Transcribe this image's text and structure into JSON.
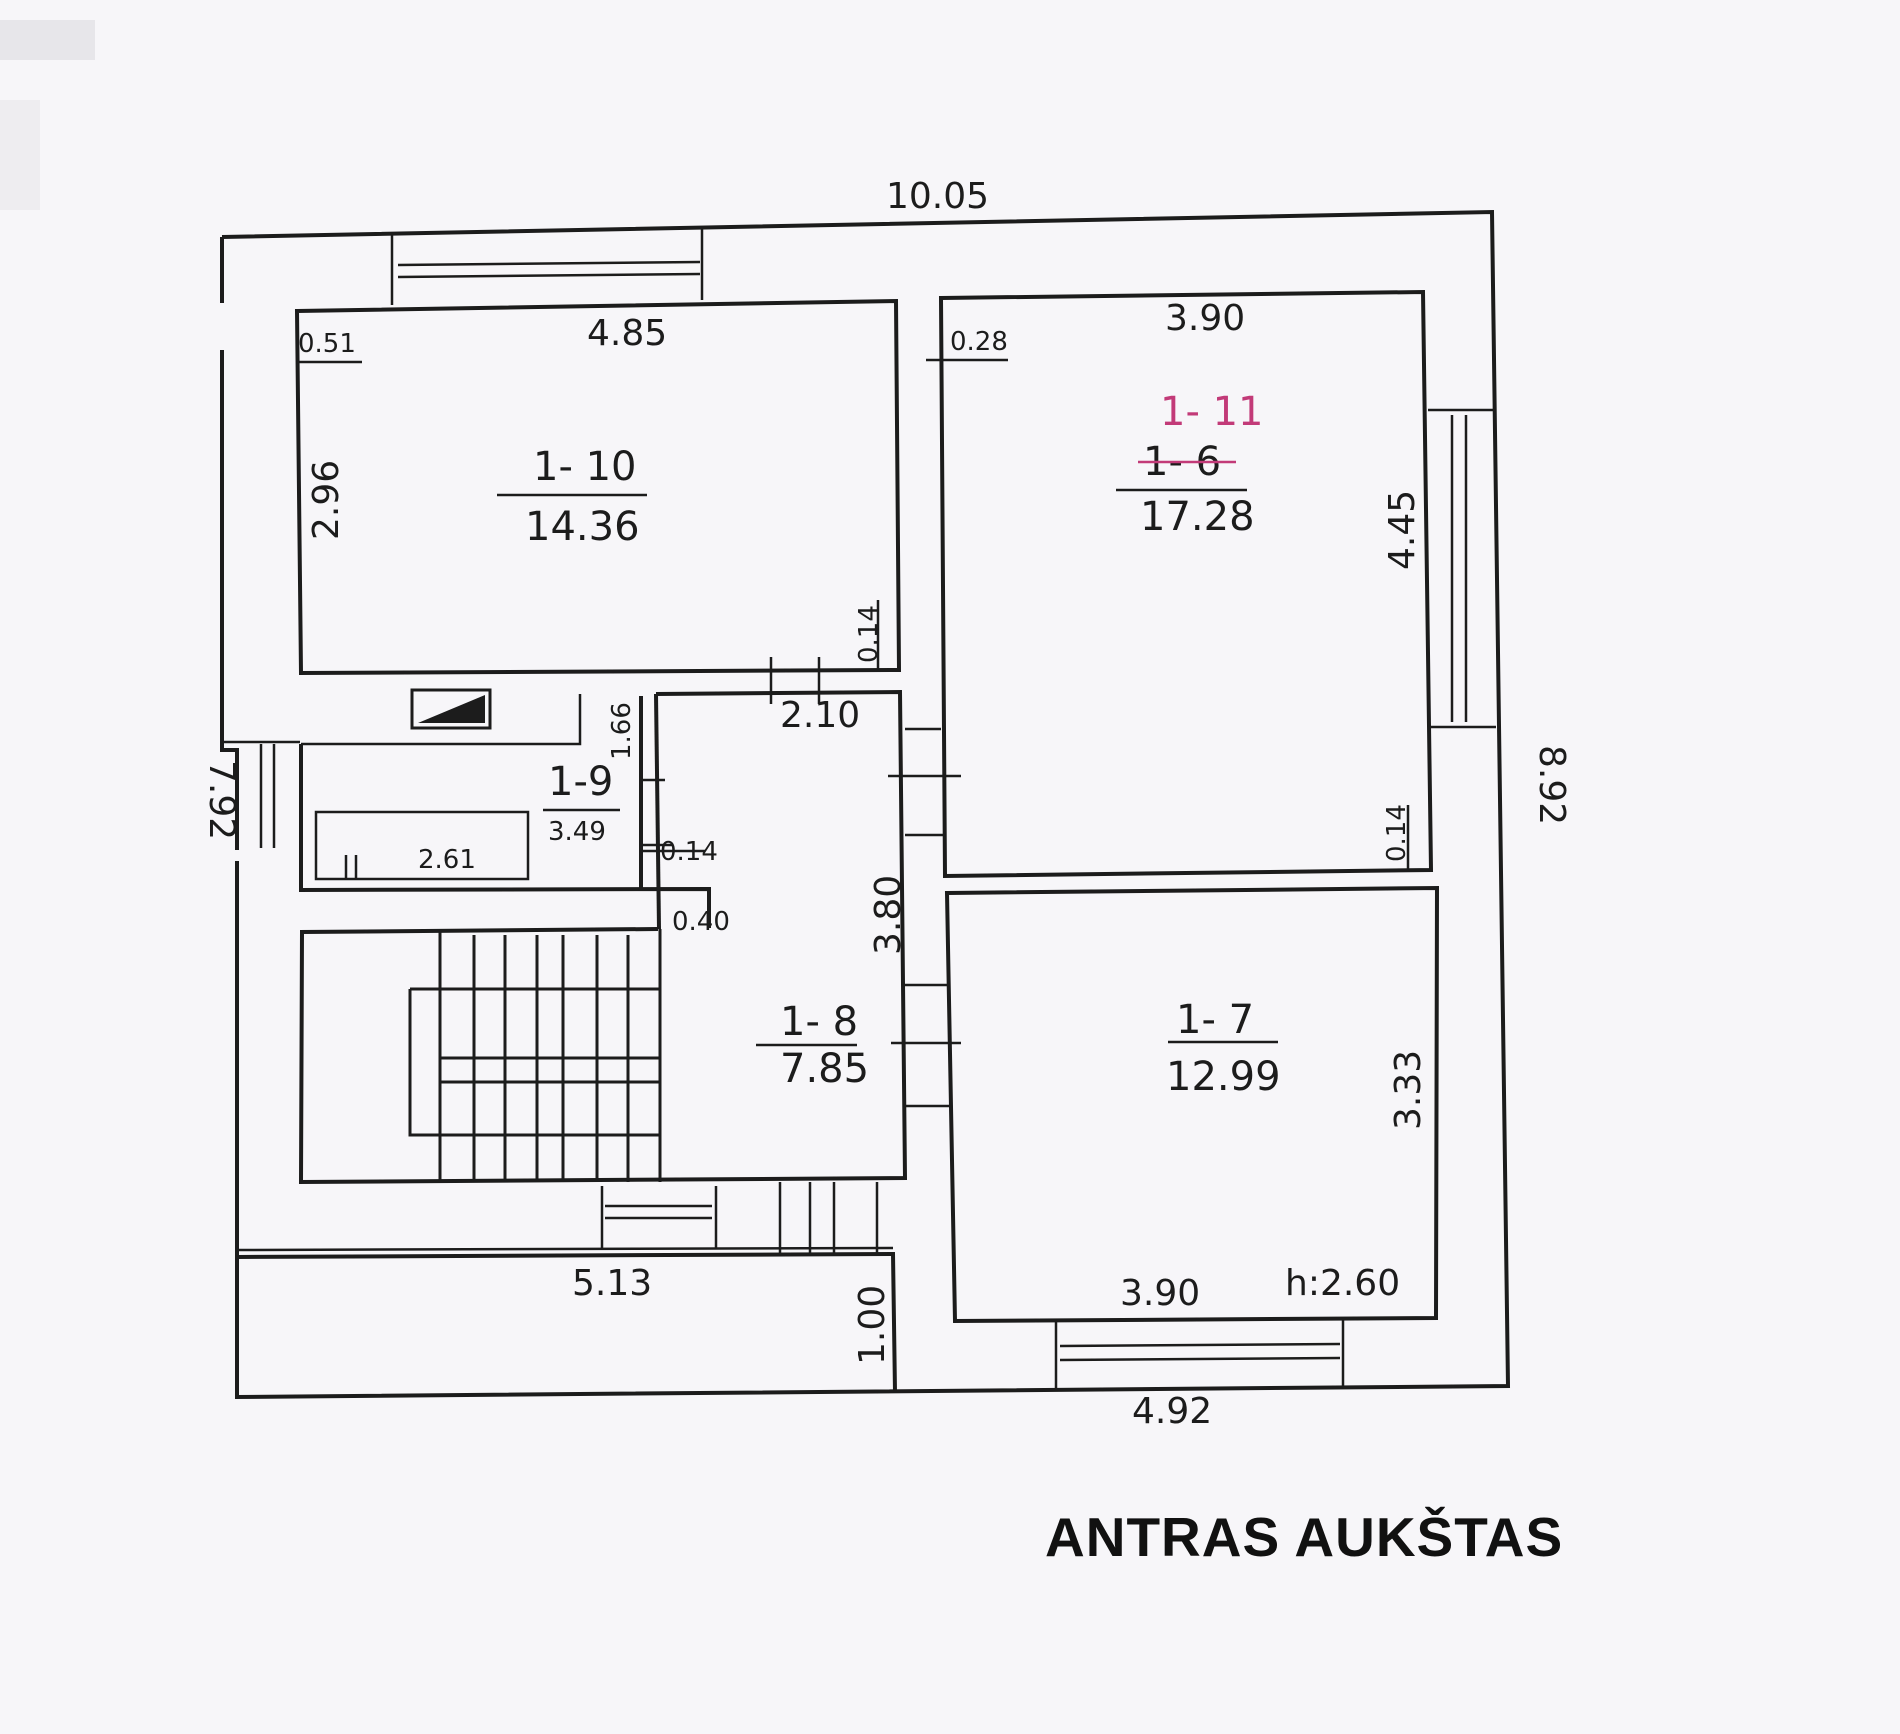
{
  "plan": {
    "title": "ANTRAS AUKŠTAS",
    "colors": {
      "ink": "#1c1c1c",
      "correction": "#c23a78",
      "paper": "#f7f6f9"
    }
  },
  "rooms": [
    {
      "id": "1-10",
      "number": "1- 10",
      "area": "14.36"
    },
    {
      "id": "1-11",
      "number_corrected": "1- 11",
      "number_struck": "1- 6",
      "area": "17.28"
    },
    {
      "id": "1-9",
      "number": "1-9",
      "area": "3.49"
    },
    {
      "id": "1-8",
      "number": "1- 8",
      "area": "7.85"
    },
    {
      "id": "1-7",
      "number": "1- 7",
      "area": "12.99"
    }
  ],
  "dimensions": {
    "top_total": "10.05",
    "room_10_width": "4.85",
    "room_10_depth": "2.96",
    "room_10_wall": "0.51",
    "room_10_partition": "0.14",
    "room_11_width": "3.90",
    "room_11_depth": "4.45",
    "room_11_wall": "0.28",
    "room_11_partition": "0.14",
    "left_total": "7.92",
    "right_total": "8.92",
    "room_9_depth": "1.66",
    "room_9_bath": "2.61",
    "room_9_partition": "0.14",
    "room_8_width": "2.10",
    "room_8_depth": "3.80",
    "room_8_wall": "0.40",
    "room_7_width": "3.90",
    "room_7_depth": "3.33",
    "room_7_height": "h:2.60",
    "balcony_width": "5.13",
    "balcony_depth": "1.00",
    "bottom_total": "4.92"
  }
}
